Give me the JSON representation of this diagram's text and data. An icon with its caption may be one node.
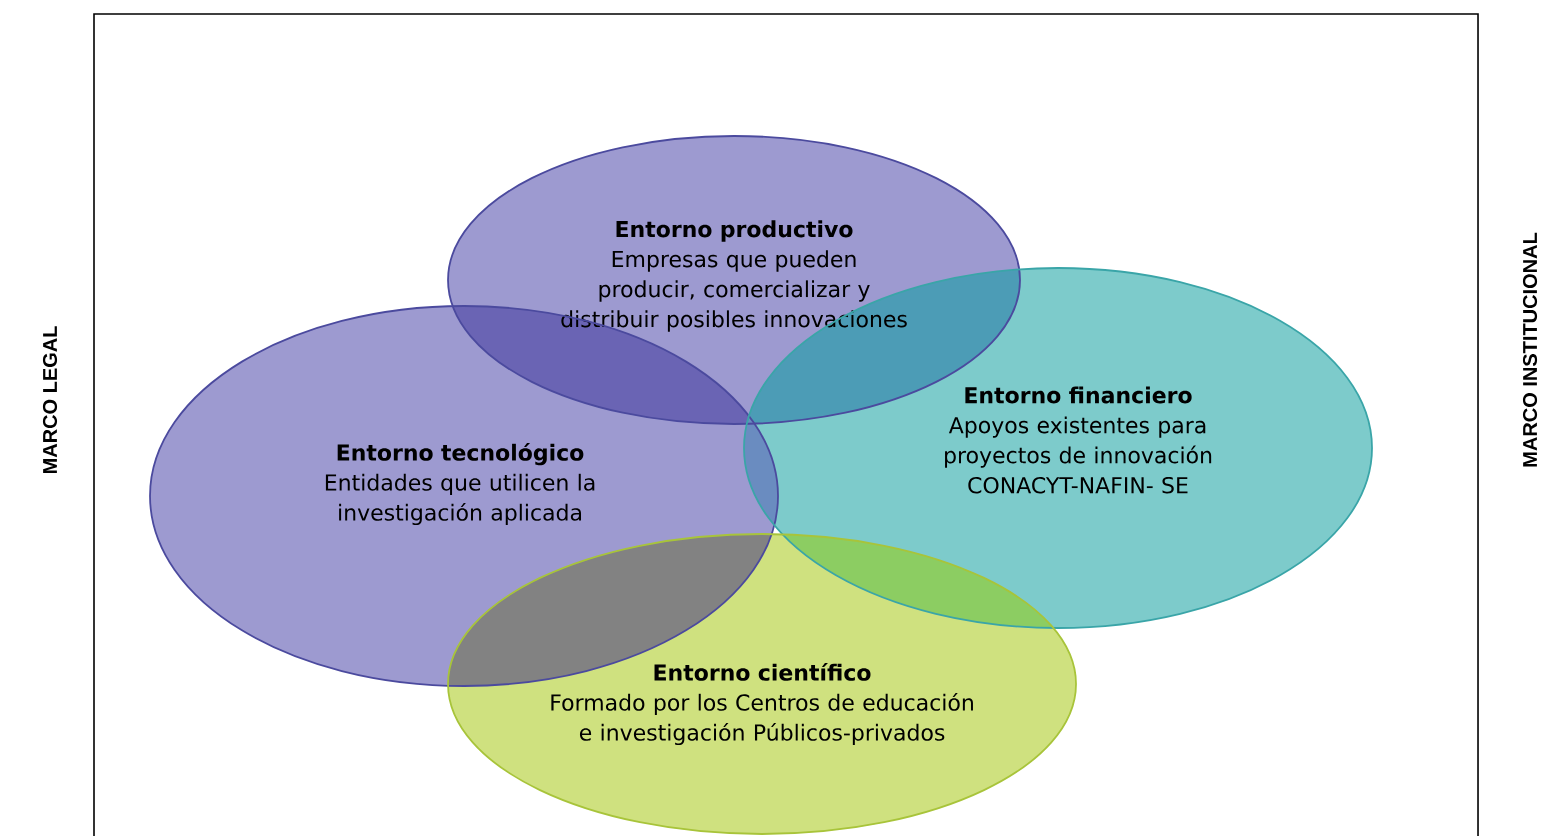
{
  "diagram": {
    "nodes": [
      {
        "text": [
          "Entorno productivo",
          "Empresas que pueden producir, comercializar y distribuir posibles innovaciones"
        ]
      },
      {
        "text": [
          "Entorno tecnológico",
          "Entidades que utilicen la investigación aplicada"
        ]
      },
      {
        "text": [
          "Entorno financiero",
          "Apoyos existentes para proyectos de innovación CONACYT-NAFIN- SE"
        ]
      },
      {
        "text": [
          "Entorno científico",
          "Formado por los Centros de educación e investigación Públicos-privados"
        ]
      }
    ],
    "labels": [
      "MARCO LEGAL",
      "MARCO INSTITUCIONAL"
    ]
  }
}
